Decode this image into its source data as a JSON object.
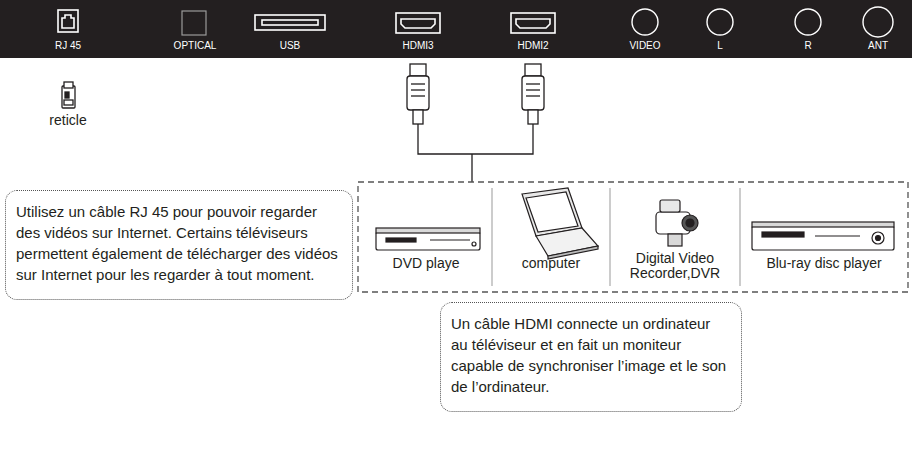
{
  "diagram": {
    "nodes": [
      {
        "text": [
          "Utilisez un câble RJ 45 pour pouvoir regarder des vidéos sur Internet. Certains téléviseurs permettent également de télécharger des vidéos sur Internet pour les regarder à tout moment."
        ]
      },
      {
        "text": [
          "DVD playe"
        ]
      },
      {
        "text": [
          "computer"
        ]
      },
      {
        "text": [
          "Digital Video Recorder,DVR"
        ]
      },
      {
        "text": [
          "Blu-ray disc player"
        ]
      },
      {
        "text": [
          "Un câble HDMI connecte un ordinateur au téléviseur et en fait un moniteur capable de synchroniser l’image et le son de l’ordinateur."
        ]
      }
    ],
    "labels": [
      "RJ 45",
      "OPTICAL",
      "USB",
      "HDMI3",
      "HDMI2",
      "VIDEO",
      "L",
      "R",
      "ANT",
      "reticle"
    ]
  }
}
